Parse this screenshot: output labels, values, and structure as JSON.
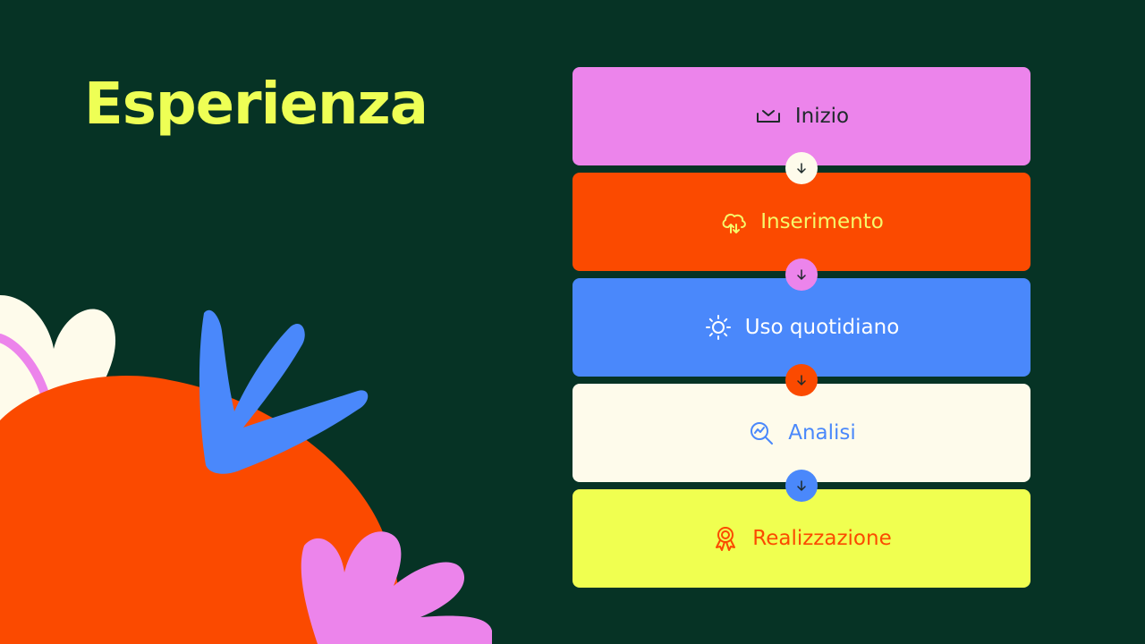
{
  "slide": {
    "title": "Esperienza"
  },
  "steps": [
    {
      "label": "Inizio",
      "icon": "inbox-tray-icon",
      "bg": "#EC84EB",
      "fg": "#1E2A2A"
    },
    {
      "label": "Inserimento",
      "icon": "cloud-upload-download-icon",
      "bg": "#FB4A00",
      "fg": "#F6F96A"
    },
    {
      "label": "Uso quotidiano",
      "icon": "sun-icon",
      "bg": "#4A88FB",
      "fg": "#FFFFFF"
    },
    {
      "label": "Analisi",
      "icon": "magnifier-chart-icon",
      "bg": "#FEFBEB",
      "fg": "#4A88FB"
    },
    {
      "label": "Realizzazione",
      "icon": "award-ribbon-icon",
      "bg": "#F0FF50",
      "fg": "#FB4A00"
    }
  ],
  "connectors": [
    {
      "icon": "arrow-down-icon",
      "bg": "#FEFBEB",
      "fg": "#1E2A2A"
    },
    {
      "icon": "arrow-down-icon",
      "bg": "#EC84EB",
      "fg": "#1E2A2A"
    },
    {
      "icon": "arrow-down-icon",
      "bg": "#FB4A00",
      "fg": "#1E2A2A"
    },
    {
      "icon": "arrow-down-icon",
      "bg": "#4A88FB",
      "fg": "#1E2A2A"
    }
  ],
  "colors": {
    "background": "#063325",
    "title": "#EEFF55",
    "blob_orange": "#FB4A00",
    "leaf_blue": "#4A88FB",
    "flower_pink": "#EC84EB",
    "flower_cream": "#FEFBEB"
  }
}
